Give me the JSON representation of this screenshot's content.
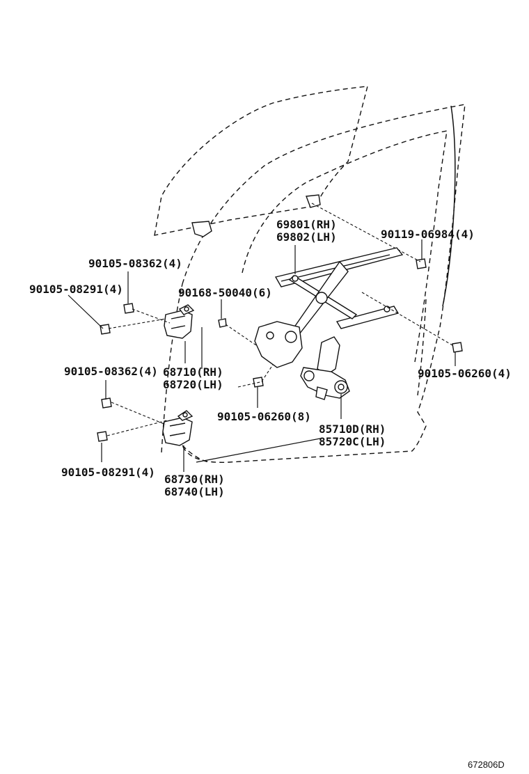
{
  "callouts": {
    "regulator_rh": "69801(RH)",
    "regulator_lh": "69802(LH)",
    "bolt_90119_06984": "90119-06984(4)",
    "bolt_90105_08362_top": "90105-08362(4)",
    "bolt_90105_08291_top": "90105-08291(4)",
    "bolt_90168_50040": "90168-50040(6)",
    "bolt_90105_08362_mid": "90105-08362(4)",
    "hinge_upper_rh": "68710(RH)",
    "hinge_upper_lh": "68720(LH)",
    "bolt_90105_06260_right": "90105-06260(4)",
    "bolt_90105_06260_bottom": "90105-06260(8)",
    "motor_rh": "85710D(RH)",
    "motor_lh": "85720C(LH)",
    "bolt_90105_08291_bottom": "90105-08291(4)",
    "hinge_lower_rh": "68730(RH)",
    "hinge_lower_lh": "68740(LH)"
  },
  "figure_code": "672806D"
}
